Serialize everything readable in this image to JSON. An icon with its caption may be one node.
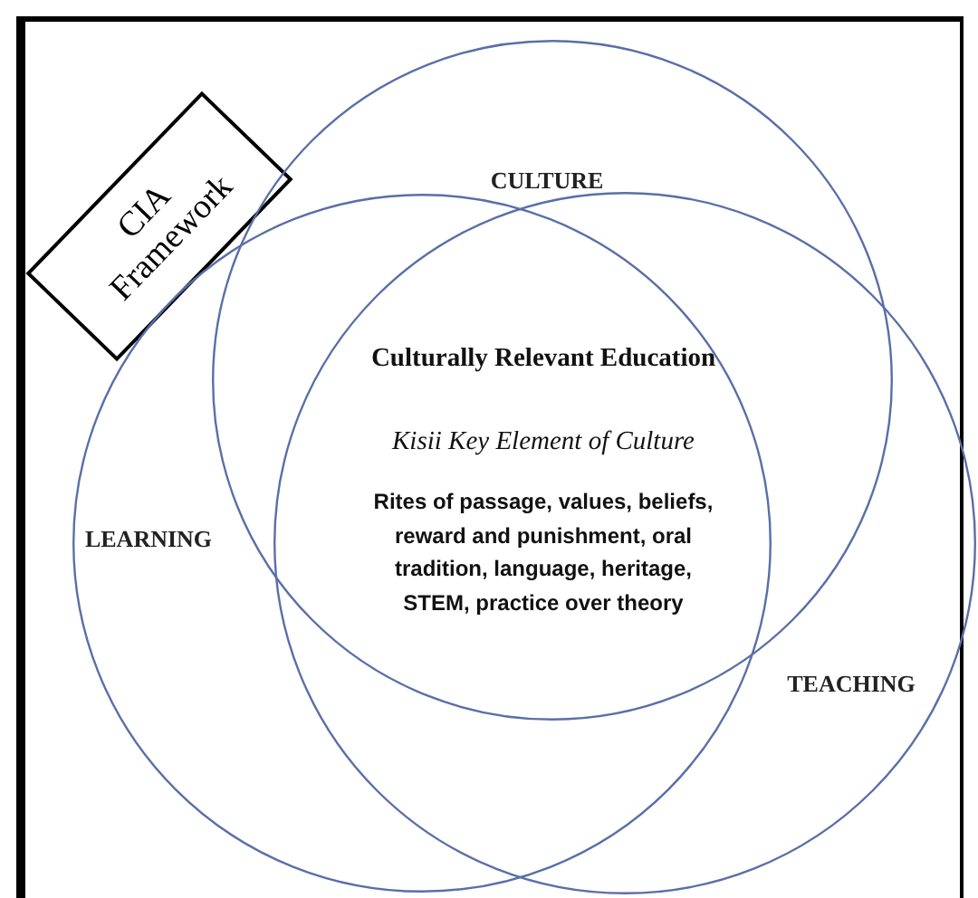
{
  "diagram": {
    "nodes": [
      {
        "text": [
          "CIA Framework"
        ]
      },
      {
        "text": [
          "CULTURE"
        ]
      },
      {
        "text": [
          "LEARNING"
        ]
      },
      {
        "text": [
          "TEACHING"
        ]
      }
    ],
    "labels": [
      "Culturally Relevant Education",
      "Kisii Key Element of Culture",
      "Rites of passage, values, beliefs, reward and punishment, oral tradition, language, heritage, STEM, practice over theory"
    ]
  }
}
